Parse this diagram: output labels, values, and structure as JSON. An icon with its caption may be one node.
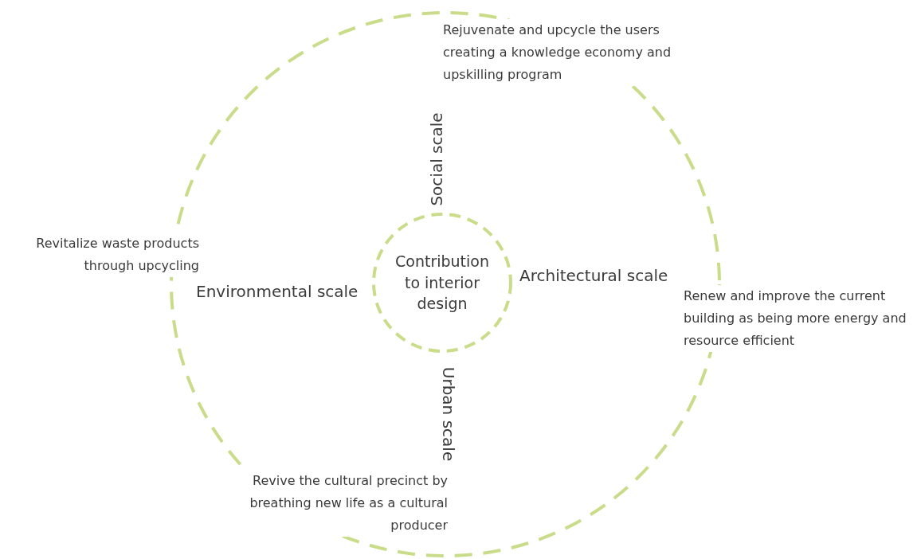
{
  "diagram": {
    "nodes": [
      {
        "text": [],
        "shape": "circle"
      },
      {
        "text": [
          "Contribution to interior design"
        ],
        "in": 0
      }
    ],
    "labels": [
      "Rejuvenate and upcycle the users creating a knowledge economy and upskilling program",
      "Social scale",
      "Revitalize waste products through upcycling",
      "Environmental scale",
      "Architectural scale",
      "Renew and improve the current building as being more energy and resource efficient",
      "Urban scale",
      "Revive the cultural precinct by breathing new life as a cultural producer"
    ]
  }
}
